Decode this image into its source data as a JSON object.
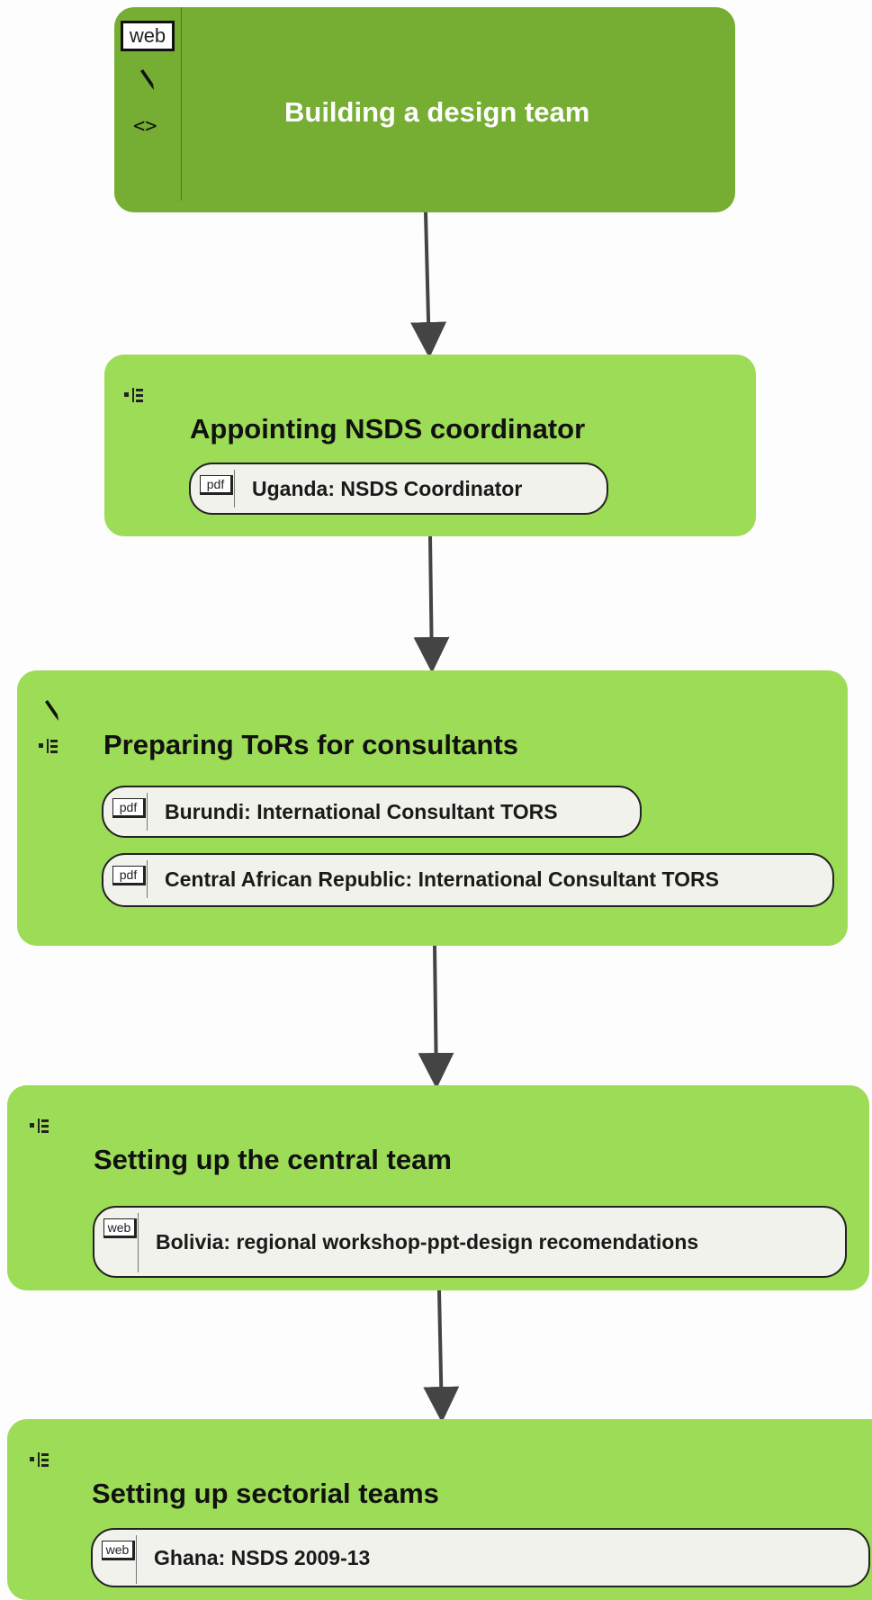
{
  "root": {
    "title": "Building a design team",
    "tag": "web",
    "icons": [
      "pencil-icon",
      "code-icon"
    ],
    "code_glyph": "<>"
  },
  "nodes": [
    {
      "title": "Appointing NSDS coordinator",
      "icons": [
        "outline-icon"
      ],
      "resources": [
        {
          "type": "pdf",
          "label": "Uganda: NSDS Coordinator"
        }
      ]
    },
    {
      "title": "Preparing ToRs for consultants",
      "icons": [
        "pencil-icon",
        "outline-icon"
      ],
      "resources": [
        {
          "type": "pdf",
          "label": "Burundi: International Consultant TORS"
        },
        {
          "type": "pdf",
          "label": "Central African Republic: International Consultant TORS"
        }
      ]
    },
    {
      "title": "Setting up the central team",
      "icons": [
        "outline-icon"
      ],
      "resources": [
        {
          "type": "web",
          "label": "Bolivia: regional workshop-ppt-design recomendations"
        }
      ]
    },
    {
      "title": "Setting up sectorial teams",
      "icons": [
        "outline-icon"
      ],
      "resources": [
        {
          "type": "web",
          "label": "Ghana: NSDS 2009-13"
        }
      ]
    }
  ],
  "colors": {
    "root_fill": "#76ad33",
    "child_fill": "#9ddc56",
    "resource_fill": "#f2f2ec",
    "arrow": "#444444"
  }
}
